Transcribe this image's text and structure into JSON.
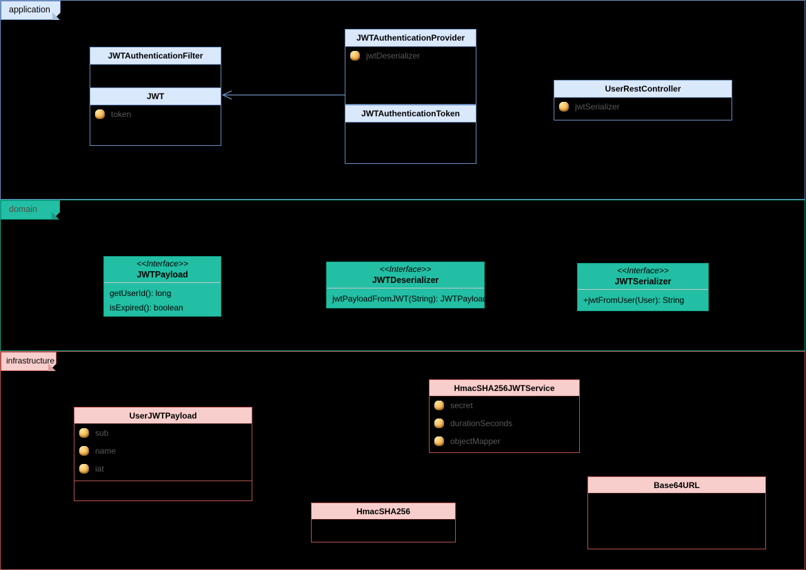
{
  "lanes": [
    {
      "label": "application"
    },
    {
      "label": "domain"
    },
    {
      "label": "infrastructure"
    }
  ],
  "application": {
    "filter": {
      "title": "JWTAuthenticationFilter"
    },
    "jwt": {
      "title": "JWT",
      "fields": [
        "token"
      ]
    },
    "provider": {
      "title": "JWTAuthenticationProvider",
      "fields": [
        "jwtDeserializer"
      ]
    },
    "token": {
      "title": "JWTAuthenticationToken"
    },
    "controller": {
      "title": "UserRestController",
      "fields": [
        "jwtSerializer"
      ]
    }
  },
  "domain": {
    "payload": {
      "stereotype": "<<Interface>>",
      "title": "JWTPayload",
      "methods": [
        "getUserId(): long",
        "isExpired(): boolean"
      ]
    },
    "deserializer": {
      "stereotype": "<<Interface>>",
      "title": "JWTDeserializer",
      "methods": [
        "jwtPayloadFromJWT(String): JWTPayload"
      ]
    },
    "serializer": {
      "stereotype": "<<Interface>>",
      "title": "JWTSerializer",
      "methods": [
        "+jwtFromUser(User): String"
      ]
    }
  },
  "infrastructure": {
    "user_jwt_payload": {
      "title": "UserJWTPayload",
      "fields": [
        "sub",
        "name",
        "iat"
      ]
    },
    "hmac_service": {
      "title": "HmacSHA256JWTService",
      "fields": [
        "secret",
        "durationSeconds",
        "objectMapper"
      ]
    },
    "hmac": {
      "title": "HmacSHA256"
    },
    "base64url": {
      "title": "Base64URL"
    }
  },
  "edges": [
    {
      "from": "JWTAuthenticationProvider",
      "to": "JWT",
      "type": "directed-association"
    }
  ],
  "colors": {
    "background": "#000000",
    "application_fill": "#dae8fc",
    "application_stroke": "#6c8ebf",
    "domain_fill": "#22bfa4",
    "domain_stroke": "#0f9d84",
    "infrastructure_fill": "#f8cecc",
    "infrastructure_stroke": "#b85450",
    "field_text": "#595959",
    "lock_icon": "#f2b24f"
  }
}
